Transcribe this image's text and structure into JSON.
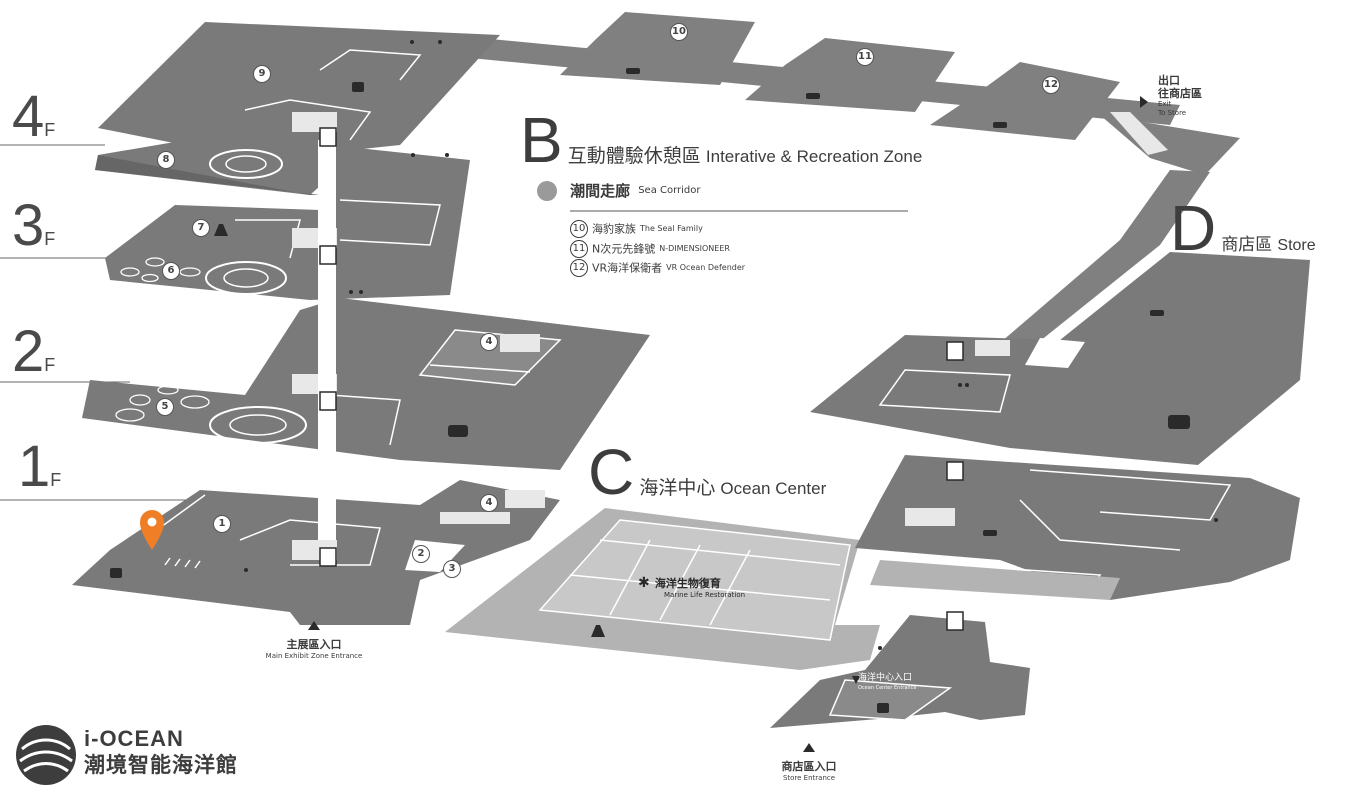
{
  "floors": [
    {
      "num": "4",
      "suffix": "F"
    },
    {
      "num": "3",
      "suffix": "F"
    },
    {
      "num": "2",
      "suffix": "F"
    },
    {
      "num": "1",
      "suffix": "F"
    }
  ],
  "zone_b": {
    "letter": "B",
    "name_zh": "互動體驗休憩區",
    "name_en": "Interative & Recreation Zone",
    "corridor_zh": "潮間走廊",
    "corridor_en": "Sea Corridor",
    "icon": "sea-corridor-icon",
    "items": [
      {
        "num": "10",
        "zh": "海豹家族",
        "en": "The Seal Family"
      },
      {
        "num": "11",
        "zh": "N次元先鋒號",
        "en": "N-DIMENSIONEER"
      },
      {
        "num": "12",
        "zh": "VR海洋保衛者",
        "en": "VR Ocean Defender"
      }
    ]
  },
  "zone_c": {
    "letter": "C",
    "name_zh": "海洋中心",
    "name_en": "Ocean Center"
  },
  "zone_d": {
    "letter": "D",
    "name_zh": "商店區",
    "name_en": "Store"
  },
  "marine": {
    "zh": "海洋生物復育",
    "en": "Marine Life Restoration",
    "icon": "coral-icon"
  },
  "exit": {
    "zh1": "出口",
    "zh2": "往商店區",
    "en1": "Exit",
    "en2": "To Store"
  },
  "entrances": {
    "main": {
      "zh": "主展區入口",
      "en": "Main Exhibit Zone Entrance"
    },
    "ocean_center": {
      "zh": "海洋中心入口",
      "en": "Ocean Center Entrance"
    },
    "store": {
      "zh": "商店區入口",
      "en": "Store Entrance"
    }
  },
  "markers": [
    "1",
    "2",
    "3",
    "4",
    "4",
    "5",
    "6",
    "7",
    "8",
    "9",
    "10",
    "11",
    "12"
  ],
  "logo": {
    "en": "i-OCEAN",
    "zh": "潮境智能海洋館"
  },
  "colors": {
    "floor": "#7a7a7a",
    "floor_light": "#b3b3b3",
    "line": "#ffffff",
    "text": "#3d3d3d",
    "pin": "#f07e26"
  }
}
